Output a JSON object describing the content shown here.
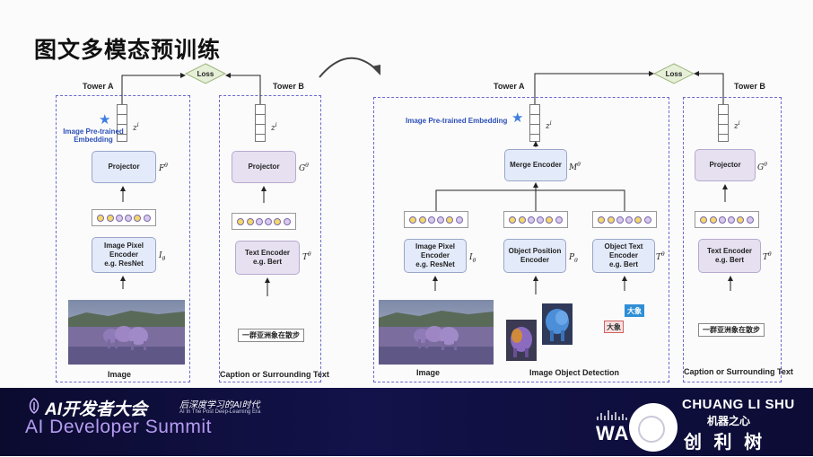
{
  "title": "图文多模态预训练",
  "left": {
    "tower_a": "Tower A",
    "tower_b": "Tower B",
    "loss": "Loss",
    "embedding_label": "Image Pre-trained Embedding",
    "projector": "Projector",
    "projector_math_a": "F",
    "projector_math_b": "G",
    "math_theta": "θ",
    "z_label": "z",
    "z_sup": "i",
    "image_encoder": [
      "Image Pixel",
      "Encoder",
      "e.g. ResNet"
    ],
    "image_encoder_math": "I",
    "text_encoder": [
      "Text Encoder",
      "e.g. Bert"
    ],
    "text_encoder_math": "T",
    "caption_text": "一群亚洲象在散步",
    "image_caption": "Image",
    "text_caption": "Caption or Surrounding Text"
  },
  "right": {
    "tower_a": "Tower A",
    "tower_b": "Tower B",
    "loss": "Loss",
    "embedding_label": "Image Pre-trained Embedding",
    "merge_encoder": "Merge Encoder",
    "merge_math": "M",
    "projector": "Projector",
    "projector_math_b": "G",
    "z_label": "z",
    "z_sup": "i",
    "image_encoder": [
      "Image Pixel",
      "Encoder",
      "e.g. ResNet"
    ],
    "image_encoder_math": "I",
    "pos_encoder": [
      "Object Position",
      "Encoder"
    ],
    "pos_encoder_math": "P",
    "obj_text_encoder": [
      "Object Text",
      "Encoder",
      "e.g. Bert"
    ],
    "obj_text_encoder_math": "T",
    "text_encoder": [
      "Text Encoder",
      "e.g. Bert"
    ],
    "text_encoder_math": "T",
    "tag_1": "大象",
    "tag_2": "大象",
    "caption_text": "一群亚洲象在散步",
    "image_caption": "Image",
    "detection_caption": "Image Object Detection",
    "text_caption": "Caption or Surrounding Text"
  },
  "footer": {
    "event_cn": "AI开发者大会",
    "slogan_cn": "后深度学习的AI时代",
    "slogan_en": "AI In The Post Deep-Learning Era",
    "event_en": "AI Developer Summit",
    "brand_top": "CHUANG LI SHU",
    "brand_cn": "创 利 树",
    "brand_small": "机器之心",
    "brand_left": "WA"
  },
  "colors": {
    "dashed_border": "#6a6ad0",
    "encoder_fill": "#e3eaf9",
    "projector_fill": "#e6e0f0",
    "loss_fill": "#e6f0d8",
    "footer_bg": "#13124a",
    "summit_text": "#b69cf0",
    "star": "#3d7de0"
  },
  "icons": [
    "star-icon",
    "curved-arrow-icon",
    "summit-logo-icon"
  ]
}
